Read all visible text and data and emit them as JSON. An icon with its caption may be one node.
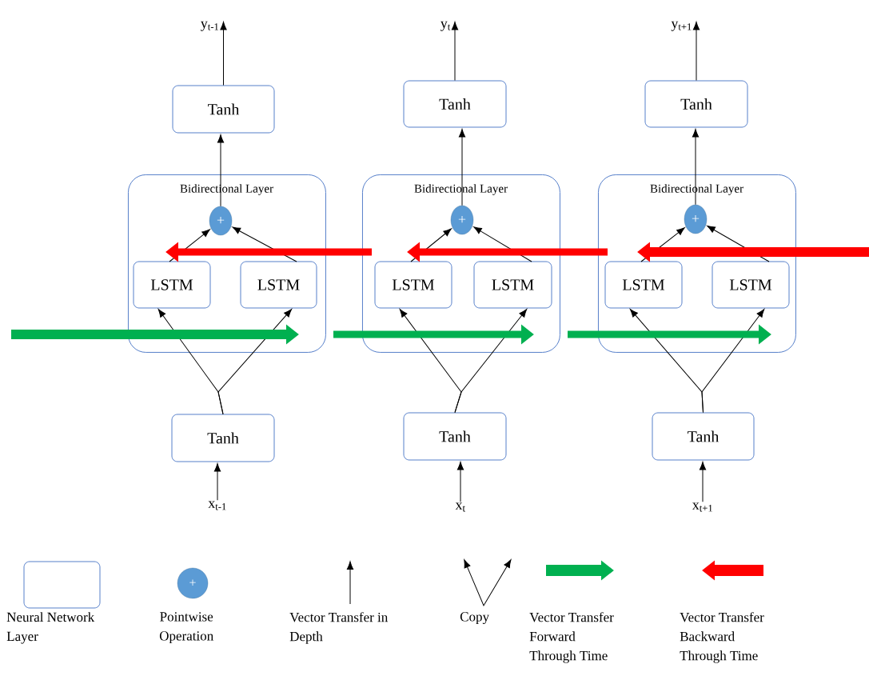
{
  "diagram": {
    "nodes": [
      {
        "text": [
          "y$_{t-1}$"
        ]
      },
      {
        "text": [
          "Tanh"
        ]
      },
      {
        "text": [
          "Bidirectional Layer"
        ]
      },
      {
        "text": [
          "+"
        ],
        "in": 2
      },
      {
        "text": [
          "LSTM"
        ],
        "in": 2
      },
      {
        "text": [
          "LSTM"
        ],
        "in": 2
      },
      {
        "text": [
          "Tanh"
        ]
      },
      {
        "text": [
          "x$_{t-1}$"
        ]
      },
      {
        "text": [
          "y$_{t}$"
        ]
      },
      {
        "text": [
          "Tanh"
        ]
      },
      {
        "text": [
          "Bidirectional Layer"
        ]
      },
      {
        "text": [
          "+"
        ],
        "in": 10
      },
      {
        "text": [
          "LSTM"
        ],
        "in": 10
      },
      {
        "text": [
          "LSTM"
        ],
        "in": 10
      },
      {
        "text": [
          "Tanh"
        ]
      },
      {
        "text": [
          "x$_{t}$"
        ]
      },
      {
        "text": [
          "y$_{t+1}$"
        ]
      },
      {
        "text": [
          "Tanh"
        ]
      },
      {
        "text": [
          "Bidirectional Layer"
        ]
      },
      {
        "text": [
          "+"
        ],
        "in": 18
      },
      {
        "text": [
          "LSTM"
        ],
        "in": 18
      },
      {
        "text": [
          "LSTM"
        ],
        "in": 18
      },
      {
        "text": [
          "Tanh"
        ]
      },
      {
        "text": [
          "x$_{t+1}$"
        ]
      }
    ],
    "edges": [
      {
        "from": 7,
        "to": 6,
        "arrow": "to"
      },
      {
        "from": 6,
        "to": 4,
        "arrow": "to"
      },
      {
        "from": 6,
        "to": 5,
        "arrow": "to"
      },
      {
        "from": 4,
        "to": 3,
        "arrow": "to"
      },
      {
        "from": 5,
        "to": 3,
        "arrow": "to"
      },
      {
        "from": 3,
        "to": 1,
        "arrow": "to"
      },
      {
        "from": 1,
        "to": 0,
        "arrow": "to"
      },
      {
        "from": 15,
        "to": 14,
        "arrow": "to"
      },
      {
        "from": 14,
        "to": 12,
        "arrow": "to"
      },
      {
        "from": 14,
        "to": 13,
        "arrow": "to"
      },
      {
        "from": 12,
        "to": 11,
        "arrow": "to"
      },
      {
        "from": 13,
        "to": 11,
        "arrow": "to"
      },
      {
        "from": 11,
        "to": 9,
        "arrow": "to"
      },
      {
        "from": 9,
        "to": 8,
        "arrow": "to"
      },
      {
        "from": 23,
        "to": 22,
        "arrow": "to"
      },
      {
        "from": 22,
        "to": 20,
        "arrow": "to"
      },
      {
        "from": 22,
        "to": 21,
        "arrow": "to"
      },
      {
        "from": 20,
        "to": 19,
        "arrow": "to"
      },
      {
        "from": 21,
        "to": 19,
        "arrow": "to"
      },
      {
        "from": 19,
        "to": 17,
        "arrow": "to"
      },
      {
        "from": 17,
        "to": 16,
        "arrow": "to"
      },
      {
        "from": null,
        "to": 5,
        "arrow": "to",
        "style": "thick",
        "color": "#00b050"
      },
      {
        "from": 2,
        "to": 13,
        "arrow": "to",
        "style": "thick",
        "color": "#00b050"
      },
      {
        "from": 10,
        "to": 21,
        "arrow": "to",
        "style": "thick",
        "color": "#00b050"
      },
      {
        "from": null,
        "to": 20,
        "arrow": "to",
        "style": "thick",
        "color": "#ff0000"
      },
      {
        "from": 18,
        "to": 12,
        "arrow": "to",
        "style": "thick",
        "color": "#ff0000"
      },
      {
        "from": 10,
        "to": 4,
        "arrow": "to",
        "style": "thick",
        "color": "#ff0000"
      }
    ],
    "labels": [
      "+"
    ],
    "legend": [
      {
        "text": "Neural Network Layer"
      },
      {
        "text": "Pointwise Operation"
      },
      {
        "text": "Vector Transfer in Depth"
      },
      {
        "text": "Copy"
      },
      {
        "text": "Vector Transfer Forward Through Time"
      },
      {
        "text": "Vector Transfer Backward Through Time"
      }
    ]
  }
}
